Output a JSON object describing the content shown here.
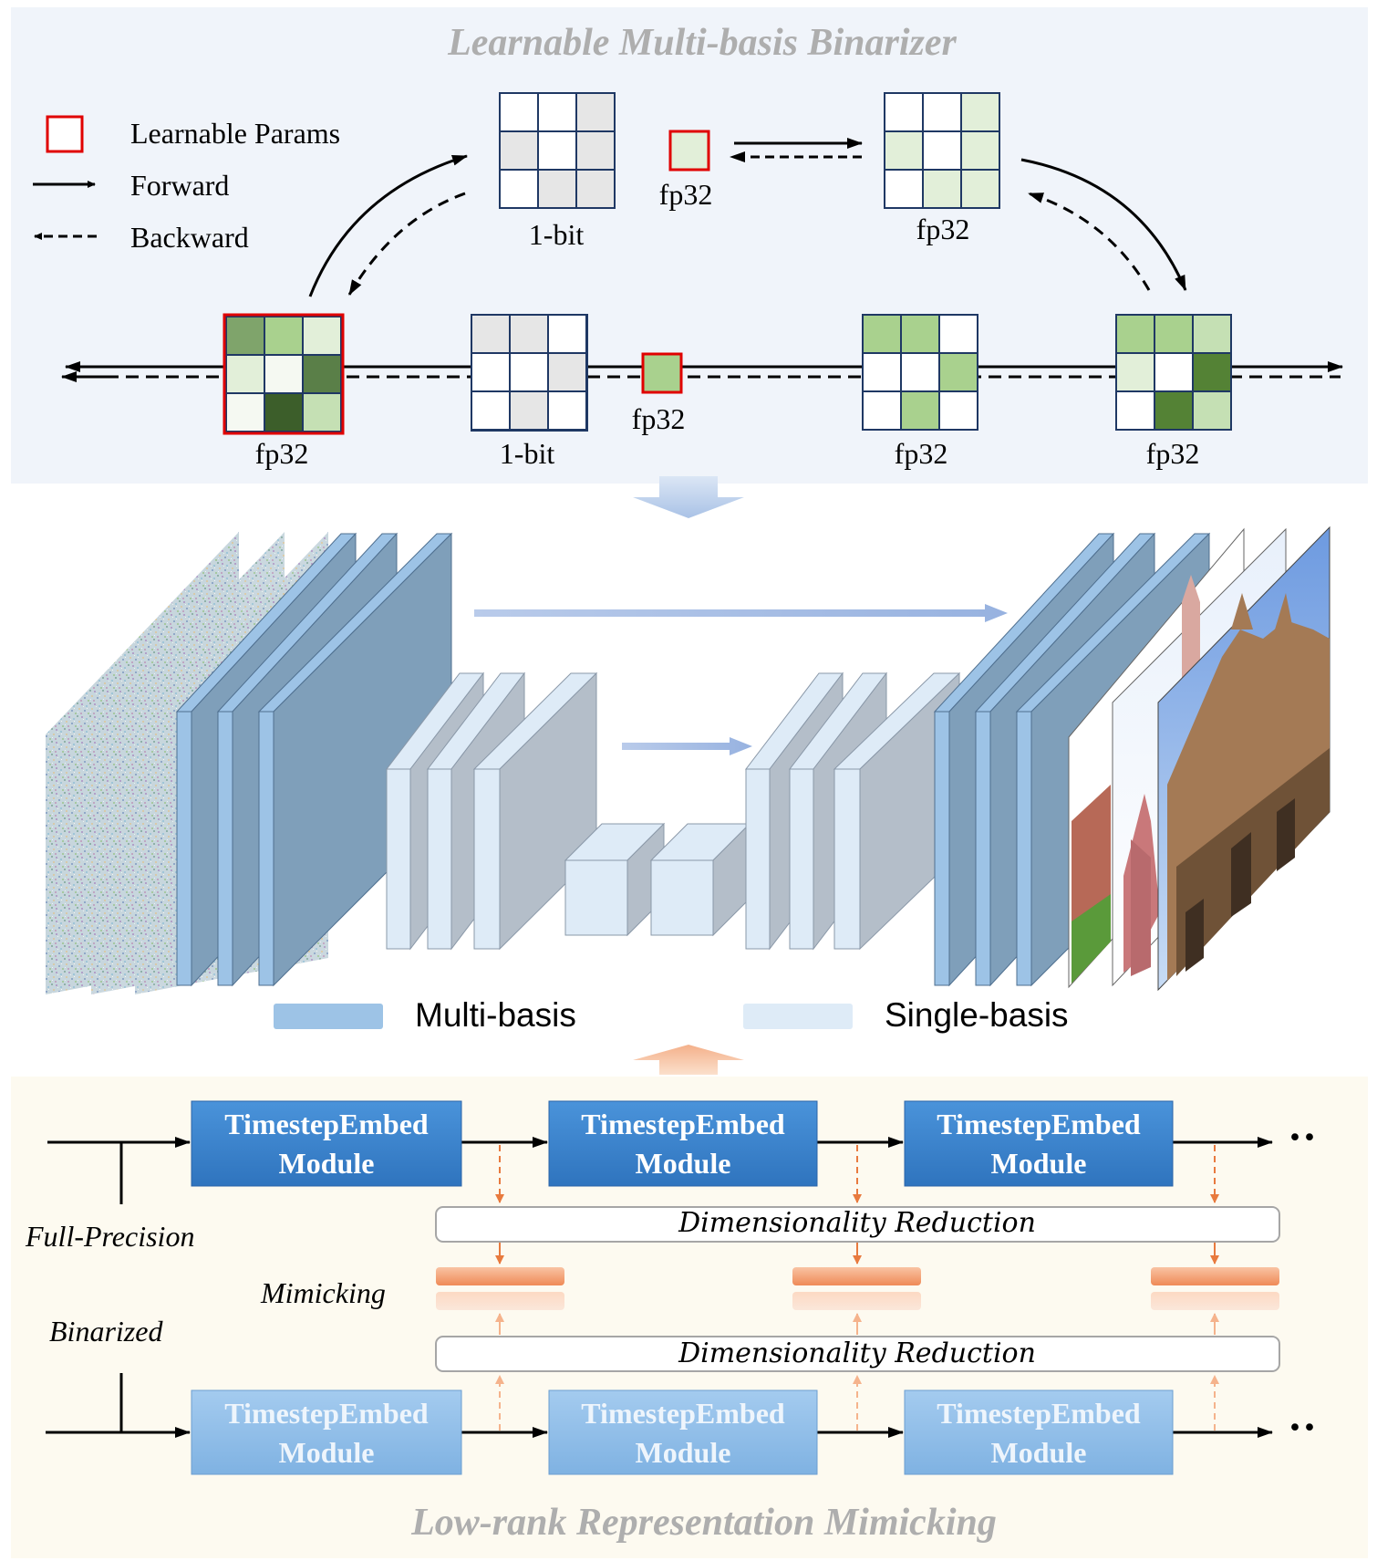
{
  "top_panel": {
    "title": "Learnable Multi-basis Binarizer",
    "legend": {
      "params_label": "Learnable Params",
      "forward_label": "Forward",
      "backward_label": "Backward"
    },
    "labels": {
      "upper_binary": "1-bit",
      "upper_scale": "fp32",
      "upper_fp": "fp32",
      "lower_input": "fp32",
      "lower_binary": "1-bit",
      "lower_scale": "fp32",
      "lower_fp_a": "fp32",
      "lower_fp_b": "fp32"
    },
    "colors": {
      "background": "#f0f4fa",
      "title": "#aeaeae",
      "learnable_border": "#e00000",
      "binary_gray": "#e6e6e6",
      "green_light": "#e2efd9",
      "green_mid": "#a9d18e",
      "green_dark": "#548235"
    }
  },
  "middle_panel": {
    "legend": {
      "multi_label": "Multi-basis",
      "single_label": "Single-basis"
    },
    "colors": {
      "multi_front": "#9dc3e6",
      "multi_side": "#7f9fba",
      "single_front": "#deebf7",
      "single_side": "#b4bec9"
    }
  },
  "bottom_panel": {
    "title": "Low-rank Representation Mimicking",
    "full_precision_label": "Full-Precision",
    "binarized_label": "Binarized",
    "mimicking_label": "Mimicking",
    "reduction_upper": "Dimensionality Reduction",
    "reduction_lower": "Dimensionality Reduction",
    "ellipsis_upper": "··",
    "ellipsis_lower": "··",
    "modules_fp": [
      {
        "line1": "TimestepEmbed",
        "line2": "Module"
      },
      {
        "line1": "TimestepEmbed",
        "line2": "Module"
      },
      {
        "line1": "TimestepEmbed",
        "line2": "Module"
      }
    ],
    "modules_bin": [
      {
        "line1": "TimestepEmbed",
        "line2": "Module"
      },
      {
        "line1": "TimestepEmbed",
        "line2": "Module"
      },
      {
        "line1": "TimestepEmbed",
        "line2": "Module"
      }
    ],
    "colors": {
      "background": "#fdfaf0",
      "title": "#aeaeae",
      "module_fp": "#3d88d2",
      "module_bin": "#8ebde9",
      "mimic_orange": "#f08a5a"
    }
  }
}
